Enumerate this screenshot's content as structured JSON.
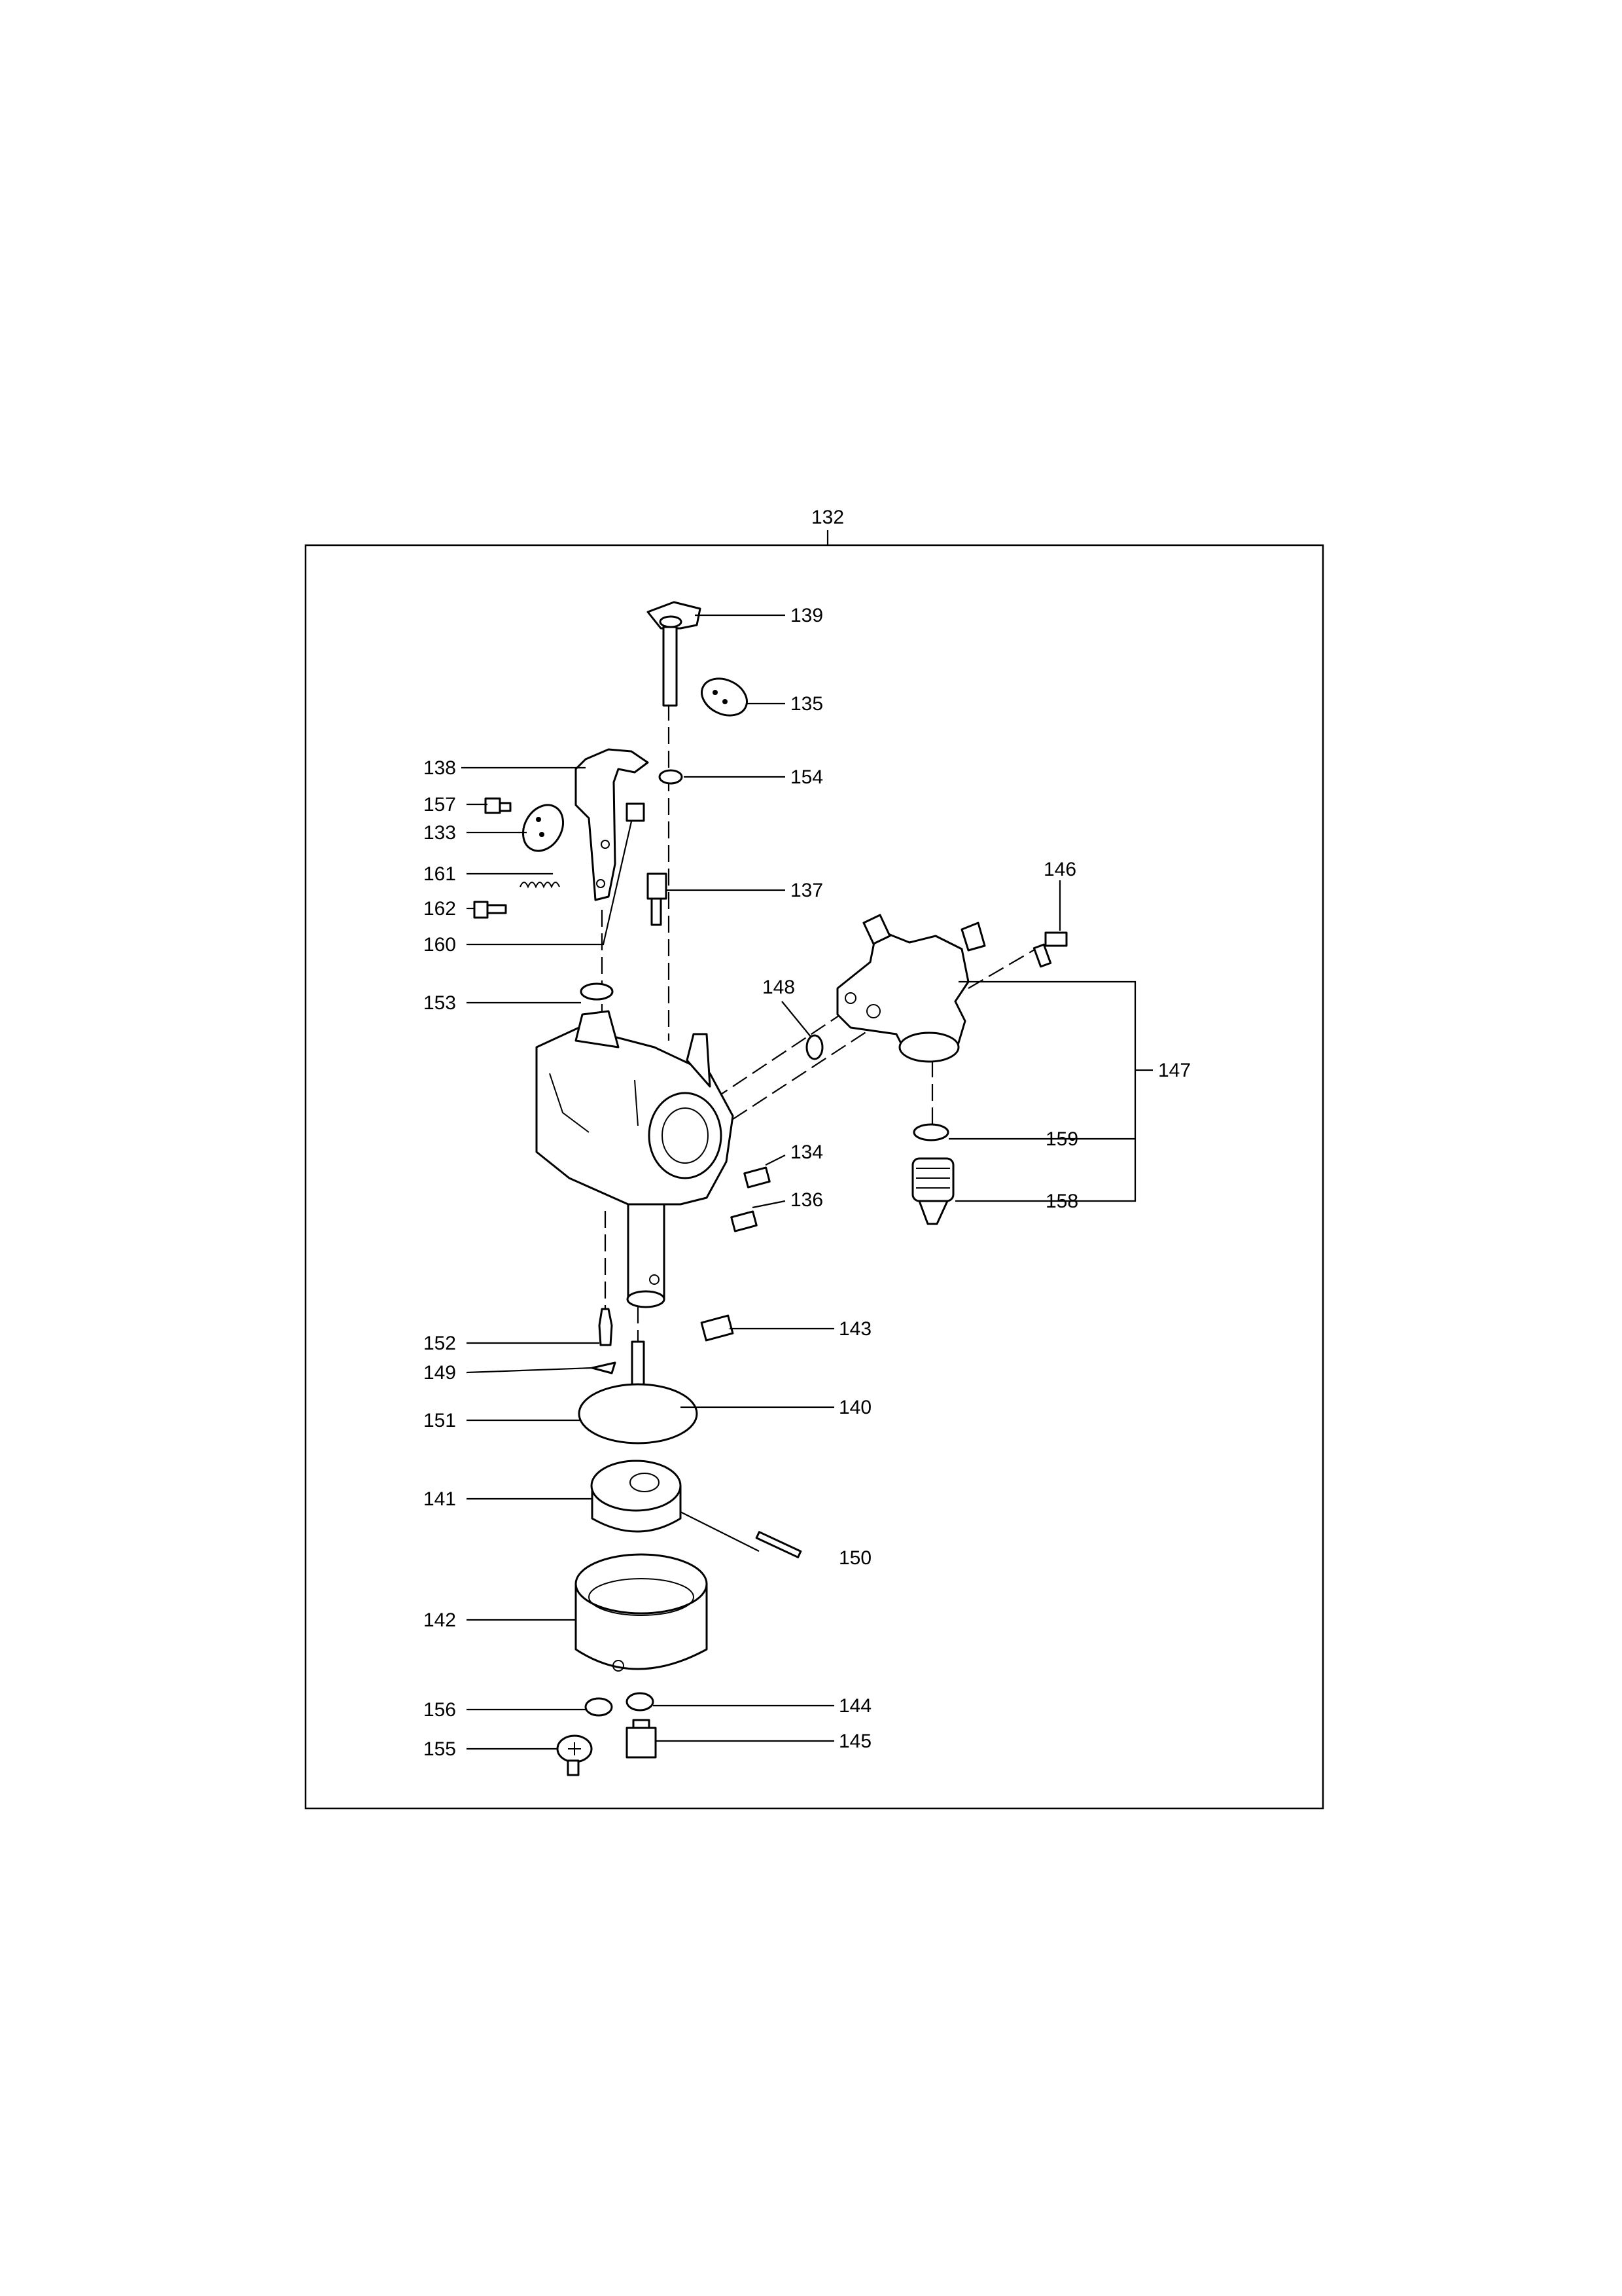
{
  "assembly": {
    "label": "132"
  },
  "callouts": [
    {
      "id": "139",
      "label": "139"
    },
    {
      "id": "135",
      "label": "135"
    },
    {
      "id": "138",
      "label": "138"
    },
    {
      "id": "154",
      "label": "154"
    },
    {
      "id": "157",
      "label": "157"
    },
    {
      "id": "133",
      "label": "133"
    },
    {
      "id": "161",
      "label": "161"
    },
    {
      "id": "162",
      "label": "162"
    },
    {
      "id": "137",
      "label": "137"
    },
    {
      "id": "146",
      "label": "146"
    },
    {
      "id": "160",
      "label": "160"
    },
    {
      "id": "148",
      "label": "148"
    },
    {
      "id": "153",
      "label": "153"
    },
    {
      "id": "147",
      "label": "147"
    },
    {
      "id": "159",
      "label": "159"
    },
    {
      "id": "134",
      "label": "134"
    },
    {
      "id": "158",
      "label": "158"
    },
    {
      "id": "136",
      "label": "136"
    },
    {
      "id": "143",
      "label": "143"
    },
    {
      "id": "152",
      "label": "152"
    },
    {
      "id": "149",
      "label": "149"
    },
    {
      "id": "140",
      "label": "140"
    },
    {
      "id": "151",
      "label": "151"
    },
    {
      "id": "141",
      "label": "141"
    },
    {
      "id": "150",
      "label": "150"
    },
    {
      "id": "142",
      "label": "142"
    },
    {
      "id": "156",
      "label": "156"
    },
    {
      "id": "144",
      "label": "144"
    },
    {
      "id": "155",
      "label": "155"
    },
    {
      "id": "145",
      "label": "145"
    }
  ]
}
